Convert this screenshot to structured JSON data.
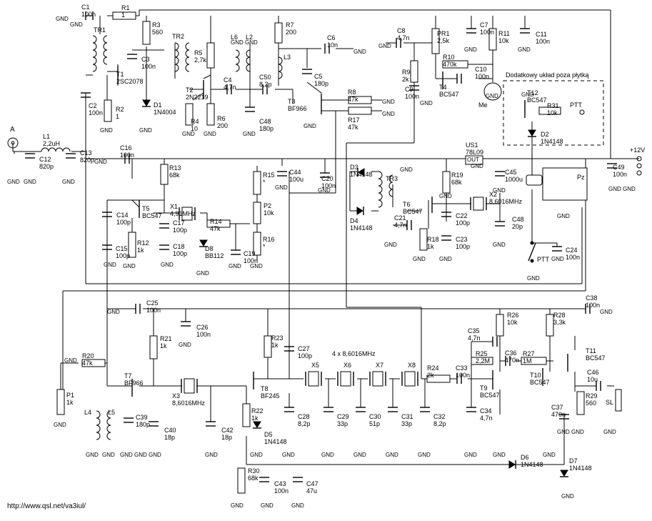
{
  "title": "",
  "footer_url": "http://www.qsl.net/va3iul/",
  "supply": "+12V",
  "antenna": "A",
  "gnd": "GND",
  "extra_board_label": "Dodatkowy układ poza płytką",
  "components": [
    {
      "ref": "C1",
      "value": "100n"
    },
    {
      "ref": "R1",
      "value": "1"
    },
    {
      "ref": "TR1",
      "value": ""
    },
    {
      "ref": "R3",
      "value": "560"
    },
    {
      "ref": "TR2",
      "value": ""
    },
    {
      "ref": "C3",
      "value": "100n"
    },
    {
      "ref": "T1",
      "value": "2SC2078"
    },
    {
      "ref": "C2",
      "value": "100n"
    },
    {
      "ref": "R2",
      "value": "1"
    },
    {
      "ref": "D1",
      "value": "1N4004"
    },
    {
      "ref": "R5",
      "value": "2,7k"
    },
    {
      "ref": "T2",
      "value": "2N2219"
    },
    {
      "ref": "R4",
      "value": "10"
    },
    {
      "ref": "R6",
      "value": "200"
    },
    {
      "ref": "L6",
      "value": ""
    },
    {
      "ref": "L2",
      "value": ""
    },
    {
      "ref": "C4",
      "value": "4,7n"
    },
    {
      "ref": "C50",
      "value": "8,2p"
    },
    {
      "ref": "C48",
      "value": "180p"
    },
    {
      "ref": "R7",
      "value": "200"
    },
    {
      "ref": "L3",
      "value": ""
    },
    {
      "ref": "C6",
      "value": "10n"
    },
    {
      "ref": "C5",
      "value": "180p"
    },
    {
      "ref": "T3",
      "value": "BF966"
    },
    {
      "ref": "R8",
      "value": "47k"
    },
    {
      "ref": "R17",
      "value": "47k"
    },
    {
      "ref": "C8",
      "value": "4,7n"
    },
    {
      "ref": "PR1",
      "value": "2,5k"
    },
    {
      "ref": "R9",
      "value": "2k"
    },
    {
      "ref": "C9",
      "value": "100n"
    },
    {
      "ref": "C7",
      "value": "100n"
    },
    {
      "ref": "R10",
      "value": "470k"
    },
    {
      "ref": "T4",
      "value": "BC547"
    },
    {
      "ref": "R11",
      "value": "10k"
    },
    {
      "ref": "C10",
      "value": "100n"
    },
    {
      "ref": "C11",
      "value": "100n"
    },
    {
      "ref": "Me",
      "value": ""
    },
    {
      "ref": "T12",
      "value": "BC547"
    },
    {
      "ref": "R31",
      "value": "10k"
    },
    {
      "ref": "D2",
      "value": "1N4148"
    },
    {
      "ref": "L1",
      "value": "2,2uH"
    },
    {
      "ref": "C12",
      "value": "820p"
    },
    {
      "ref": "C13",
      "value": "820p"
    },
    {
      "ref": "C16",
      "value": "100n"
    },
    {
      "ref": "R13",
      "value": "68k"
    },
    {
      "ref": "R15",
      "value": "*"
    },
    {
      "ref": "C44",
      "value": "100u"
    },
    {
      "ref": "C20",
      "value": "100n"
    },
    {
      "ref": "D3",
      "value": "1N4148"
    },
    {
      "ref": "D4",
      "value": "1N4148"
    },
    {
      "ref": "TR3",
      "value": ""
    },
    {
      "ref": "US1",
      "value": "78L09"
    },
    {
      "ref": "R19",
      "value": "68k"
    },
    {
      "ref": "C45",
      "value": "1000u"
    },
    {
      "ref": "C49",
      "value": "100n"
    },
    {
      "ref": "C14",
      "value": "100p"
    },
    {
      "ref": "T5",
      "value": "BC547"
    },
    {
      "ref": "X1",
      "value": "4,91MHz"
    },
    {
      "ref": "C17",
      "value": "100p"
    },
    {
      "ref": "R14",
      "value": "47k"
    },
    {
      "ref": "P2",
      "value": "10k"
    },
    {
      "ref": "R16",
      "value": "*"
    },
    {
      "ref": "C15",
      "value": "100p"
    },
    {
      "ref": "R12",
      "value": "1k"
    },
    {
      "ref": "C18",
      "value": "100p"
    },
    {
      "ref": "D8",
      "value": "BB112"
    },
    {
      "ref": "C19",
      "value": "100n"
    },
    {
      "ref": "C21",
      "value": "4,7n"
    },
    {
      "ref": "T6",
      "value": "BC547"
    },
    {
      "ref": "X2",
      "value": "8,6016MHz"
    },
    {
      "ref": "C22",
      "value": "100p"
    },
    {
      "ref": "R18",
      "value": "1k"
    },
    {
      "ref": "C23",
      "value": "100p"
    },
    {
      "ref": "C48b",
      "value": "20p"
    },
    {
      "ref": "C24",
      "value": "100n"
    },
    {
      "ref": "C25",
      "value": "100n"
    },
    {
      "ref": "C26",
      "value": "100n"
    },
    {
      "ref": "R20",
      "value": "47k"
    },
    {
      "ref": "R21",
      "value": "1k"
    },
    {
      "ref": "R23",
      "value": "1k"
    },
    {
      "ref": "C27",
      "value": "100p"
    },
    {
      "ref": "T7",
      "value": "BF966"
    },
    {
      "ref": "X3",
      "value": "8,6016MHz"
    },
    {
      "ref": "T8",
      "value": "BF245"
    },
    {
      "ref": "P1",
      "value": "1k"
    },
    {
      "ref": "L4",
      "value": ""
    },
    {
      "ref": "L5",
      "value": ""
    },
    {
      "ref": "C39",
      "value": "180p"
    },
    {
      "ref": "C40",
      "value": "18p"
    },
    {
      "ref": "C42",
      "value": "18p"
    },
    {
      "ref": "R22",
      "value": "1k"
    },
    {
      "ref": "D5",
      "value": "1N4148"
    },
    {
      "ref": "C28",
      "value": "8,2p"
    },
    {
      "ref": "C29",
      "value": "33p"
    },
    {
      "ref": "C30",
      "value": "51p"
    },
    {
      "ref": "C31",
      "value": "33p"
    },
    {
      "ref": "C32",
      "value": "8,2p"
    },
    {
      "ref": "R24",
      "value": "2k"
    },
    {
      "ref": "C33",
      "value": "100n"
    },
    {
      "ref": "C34",
      "value": "4,7n"
    },
    {
      "ref": "C35",
      "value": "4,7n"
    },
    {
      "ref": "R25",
      "value": "2,2M"
    },
    {
      "ref": "R26",
      "value": "10k"
    },
    {
      "ref": "T9",
      "value": "BC547"
    },
    {
      "ref": "C36",
      "value": "470n"
    },
    {
      "ref": "R27",
      "value": "1M"
    },
    {
      "ref": "T10",
      "value": "BC547"
    },
    {
      "ref": "R28",
      "value": "3,3k"
    },
    {
      "ref": "C38",
      "value": "100n"
    },
    {
      "ref": "T11",
      "value": "BC547"
    },
    {
      "ref": "C46",
      "value": "10u"
    },
    {
      "ref": "C37",
      "value": "470n"
    },
    {
      "ref": "R29",
      "value": "560"
    },
    {
      "ref": "D6",
      "value": "1N4148"
    },
    {
      "ref": "D7",
      "value": "1N4148"
    },
    {
      "ref": "R30",
      "value": "68k"
    },
    {
      "ref": "C43",
      "value": "100n"
    },
    {
      "ref": "C47",
      "value": "47u"
    }
  ],
  "labels": {
    "crystal_filter": "4 x 8,6016MHz",
    "x5": "X5",
    "x6": "X6",
    "x7": "X7",
    "x8": "X8",
    "ptt": "PTT",
    "ptt2": "PTT",
    "pz": "Pz",
    "sl": "SL",
    "us1_pin": "OUT",
    "us1_gnd": "GND"
  }
}
